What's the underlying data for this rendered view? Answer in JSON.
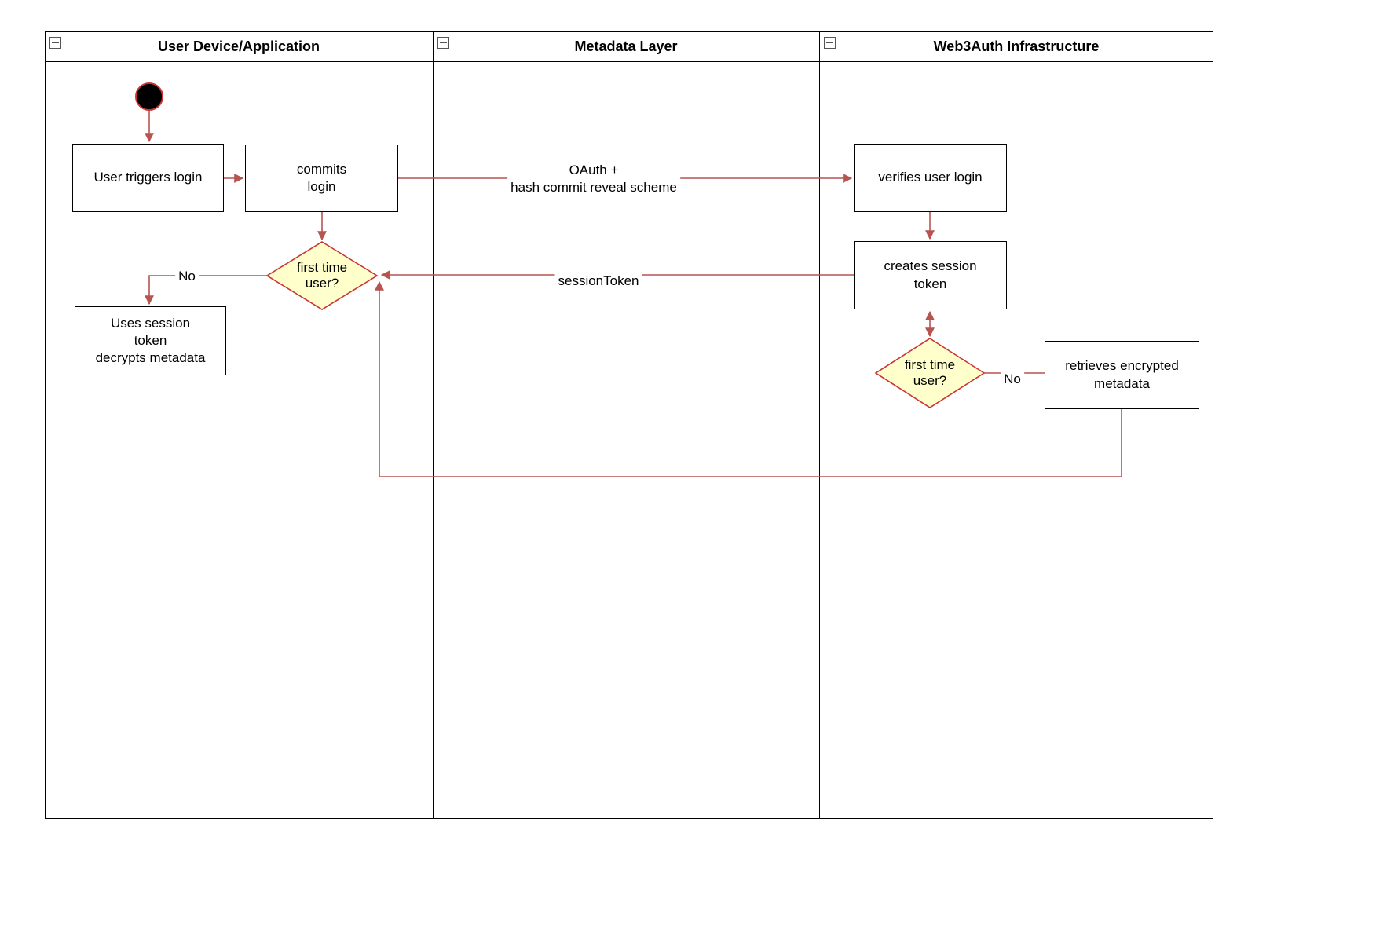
{
  "diagram": {
    "lanes": [
      {
        "title": "User Device/Application"
      },
      {
        "title": "Metadata Layer"
      },
      {
        "title": "Web3Auth Infrastructure"
      }
    ],
    "nodes": {
      "user_triggers_login": "User triggers login",
      "commits_login": "commits\nlogin",
      "first_time_user_left": "first time\nuser?",
      "uses_session_token": "Uses session\ntoken\ndecrypts metadata",
      "verifies_user_login": "verifies user login",
      "creates_session_token": "creates session\ntoken",
      "first_time_user_right": "first time\nuser?",
      "retrieves_encrypted_metadata": "retrieves encrypted\nmetadata"
    },
    "edge_labels": {
      "oauth": "OAuth +\nhash commit reveal scheme",
      "session_token": "sessionToken",
      "no_left": "No",
      "no_right": "No"
    },
    "colors": {
      "connector": "#b85450",
      "decision_fill": "#ffffcc",
      "decision_border": "#cc3333"
    }
  }
}
